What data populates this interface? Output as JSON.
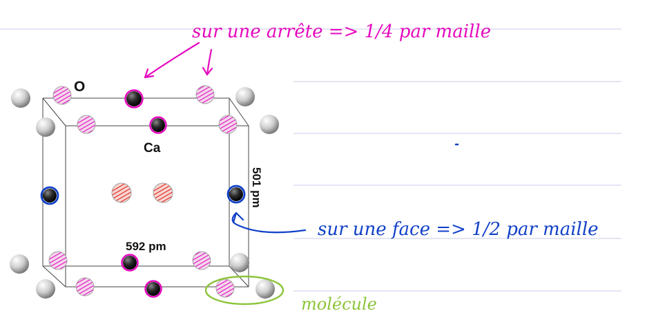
{
  "labels": {
    "oxygen": "O",
    "calcium": "Ca",
    "width_dim": "592 pm",
    "height_dim": "501 pm"
  },
  "annotations": {
    "edge_note": "sur une arrête => 1/4 par maille",
    "face_note": "sur une face => 1/2 par maille",
    "molecule_note": "molécule"
  },
  "colors": {
    "rule_line": "#c9cbe8",
    "pink": "#e60abe",
    "blue": "#1040c8",
    "green": "#8cc43a",
    "red": "#e0201a",
    "grey_atom": "#b8b8b8",
    "dark_atom": "#1a1a1a"
  }
}
